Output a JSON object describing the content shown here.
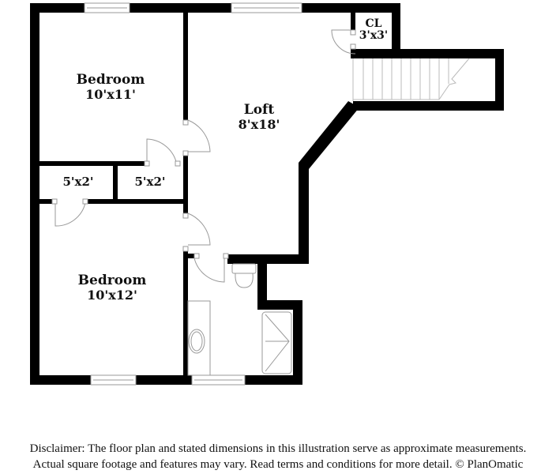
{
  "floorplan": {
    "rooms": [
      {
        "id": "bedroom-1",
        "name": "Bedroom",
        "dimensions": "10'x11'"
      },
      {
        "id": "loft",
        "name": "Loft",
        "dimensions": "8'x18'"
      },
      {
        "id": "closet",
        "name": "CL",
        "dimensions": "3'x3'"
      },
      {
        "id": "closet-left",
        "name": "",
        "dimensions": "5'x2'"
      },
      {
        "id": "closet-right",
        "name": "",
        "dimensions": "5'x2'"
      },
      {
        "id": "bedroom-2",
        "name": "Bedroom",
        "dimensions": "10'x12'"
      }
    ],
    "colors": {
      "wall": "#000000",
      "fixture": "#999999",
      "background": "#ffffff"
    }
  },
  "disclaimer": {
    "line1": "Disclaimer: The floor plan and stated dimensions in this illustration serve as approximate measurements.",
    "line2": "Actual square footage and features may vary. Read terms and conditions for more detail. © PlanOmatic"
  }
}
